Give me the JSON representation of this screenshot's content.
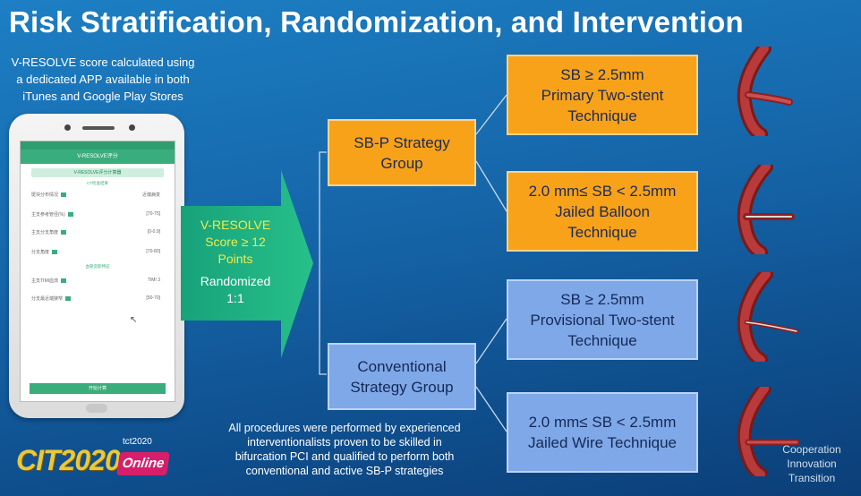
{
  "title": "Risk Stratification, Randomization, and Intervention",
  "app_note": {
    "line1": "V-RESOLVE score calculated using",
    "line2": "a dedicated APP available in both",
    "line3": "iTunes and Google Play Stores"
  },
  "phone_app": {
    "header": "V-RESOLVE评分",
    "section": "V-RESOLVE评分计算器",
    "sub1": "CT检查结果",
    "sub2": "血管造影特征",
    "rows": [
      {
        "label": "斑块分布情况",
        "value": "近端病变"
      },
      {
        "label": "主支参考管径(%)",
        "value": "[70-75]"
      },
      {
        "label": "主支分支角度",
        "value": "[0-0.9]"
      },
      {
        "label": "分支角度",
        "value": "[70-80]"
      },
      {
        "label": "主支TIMI血流",
        "value": "TIMI 3"
      },
      {
        "label": "分支最近端狭窄",
        "value": "[50-70]"
      }
    ],
    "button": "开始计算"
  },
  "arrow": {
    "score_line1": "V-RESOLVE",
    "score_line2": "Score ≥ 12",
    "score_line3": "Points",
    "rand_line1": "Randomized",
    "rand_line2": "1:1"
  },
  "groups": {
    "sbp_line1": "SB-P Strategy",
    "sbp_line2": "Group",
    "conv_line1": "Conventional",
    "conv_line2": "Strategy Group"
  },
  "interventions": [
    {
      "line1": "SB ≥ 2.5mm",
      "line2": "Primary Two-stent",
      "line3": "Technique"
    },
    {
      "line1": "2.0 mm≤ SB < 2.5mm",
      "line2": "Jailed Balloon",
      "line3": "Technique"
    },
    {
      "line1": "SB ≥ 2.5mm",
      "line2": "Provisional Two-stent",
      "line3": "Technique"
    },
    {
      "line1": "2.0 mm≤ SB < 2.5mm",
      "line2": "Jailed Wire Technique",
      "line3": ""
    }
  ],
  "bottom_note": {
    "line1": "All procedures were performed by experienced",
    "line2": "interventionalists proven to be skilled in",
    "line3": "bifurcation PCI and qualified to perform both",
    "line4": "conventional and active SB-P strategies"
  },
  "logo": {
    "cit": "CIT2020",
    "tct": "tct2020",
    "online": "Online"
  },
  "watermark": {
    "line1": "Cooperation",
    "line2": "Innovation",
    "line3": "Transition"
  },
  "colors": {
    "background": "#1565a8",
    "orange_box": "#f8a21a",
    "blue_box": "#7fa8e8",
    "arrow": "#1fae7a",
    "score_text": "#f4ea4a"
  }
}
